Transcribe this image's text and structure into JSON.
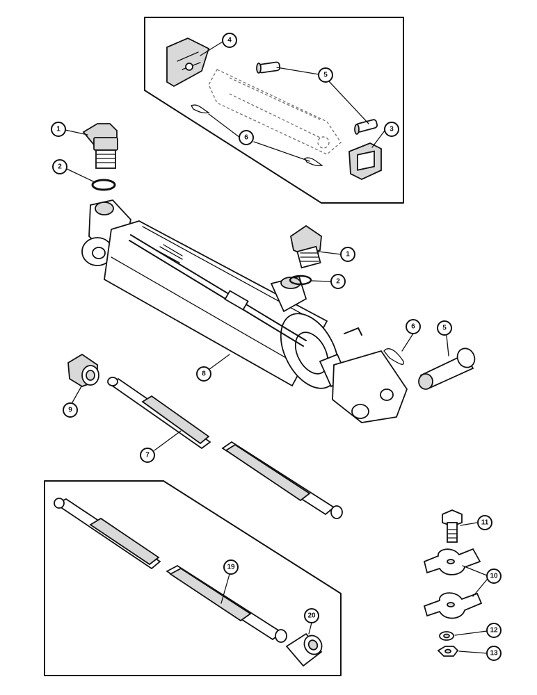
{
  "callouts": {
    "c1a": "1",
    "c2a": "2",
    "c4": "4",
    "c5a": "5",
    "c6a": "6",
    "c3": "3",
    "c1b": "1",
    "c2b": "2",
    "c6b": "6",
    "c5b": "5",
    "c8": "8",
    "c9": "9",
    "c7": "7",
    "c11": "11",
    "c10": "10",
    "c19": "19",
    "c20": "20",
    "c12": "12",
    "c13": "13"
  }
}
